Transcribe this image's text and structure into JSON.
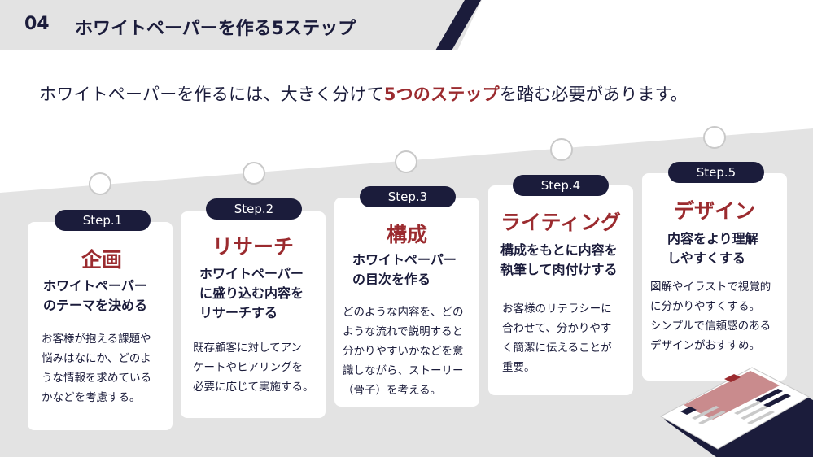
{
  "header": {
    "number": "04",
    "title": "ホワイトペーパーを作る5ステップ"
  },
  "lead": {
    "before": "ホワイトペーパーを作るには、大きく分けて",
    "highlight": "5つのステップ",
    "after": "を踏む必要があります。"
  },
  "colors": {
    "navy": "#1b1c3b",
    "accent": "#9b2b2f",
    "band": "#e3e3e3",
    "card": "#ffffff"
  },
  "steps": [
    {
      "badge": "Step.1",
      "heading": "企画",
      "subtitle": "ホワイトペーパー\nのテーマを決める",
      "description": "お客様が抱える課題や\n悩みはなにか、どのよ\nうな情報を求めている\nかなどを考慮する。"
    },
    {
      "badge": "Step.2",
      "heading": "リサーチ",
      "subtitle": "ホワイトペーパー\nに盛り込む内容を\nリサーチする",
      "description": "既存顧客に対してアン\nケートやヒアリングを\n必要に応じて実施する。"
    },
    {
      "badge": "Step.3",
      "heading": "構成",
      "subtitle": "ホワイトペーパー\nの目次を作る",
      "description": "どのような内容を、どの\nような流れで説明すると\n分かりやすいかなどを意\n識しながら、ストーリー\n（骨子）を考える。"
    },
    {
      "badge": "Step.4",
      "heading": "ライティング",
      "subtitle": "構成をもとに内容を\n執筆して肉付けする",
      "description": "お客様のリテラシーに\n合わせて、分かりやす\nく簡潔に伝えることが\n重要。"
    },
    {
      "badge": "Step.5",
      "heading": "デザイン",
      "subtitle": "内容をより理解\nしやすくする",
      "description": "図解やイラストで視覚的\nに分かりやすくする。\nシンプルで信頼感のある\nデザインがおすすめ。"
    }
  ],
  "illustration": {
    "icon": "document-icon"
  }
}
